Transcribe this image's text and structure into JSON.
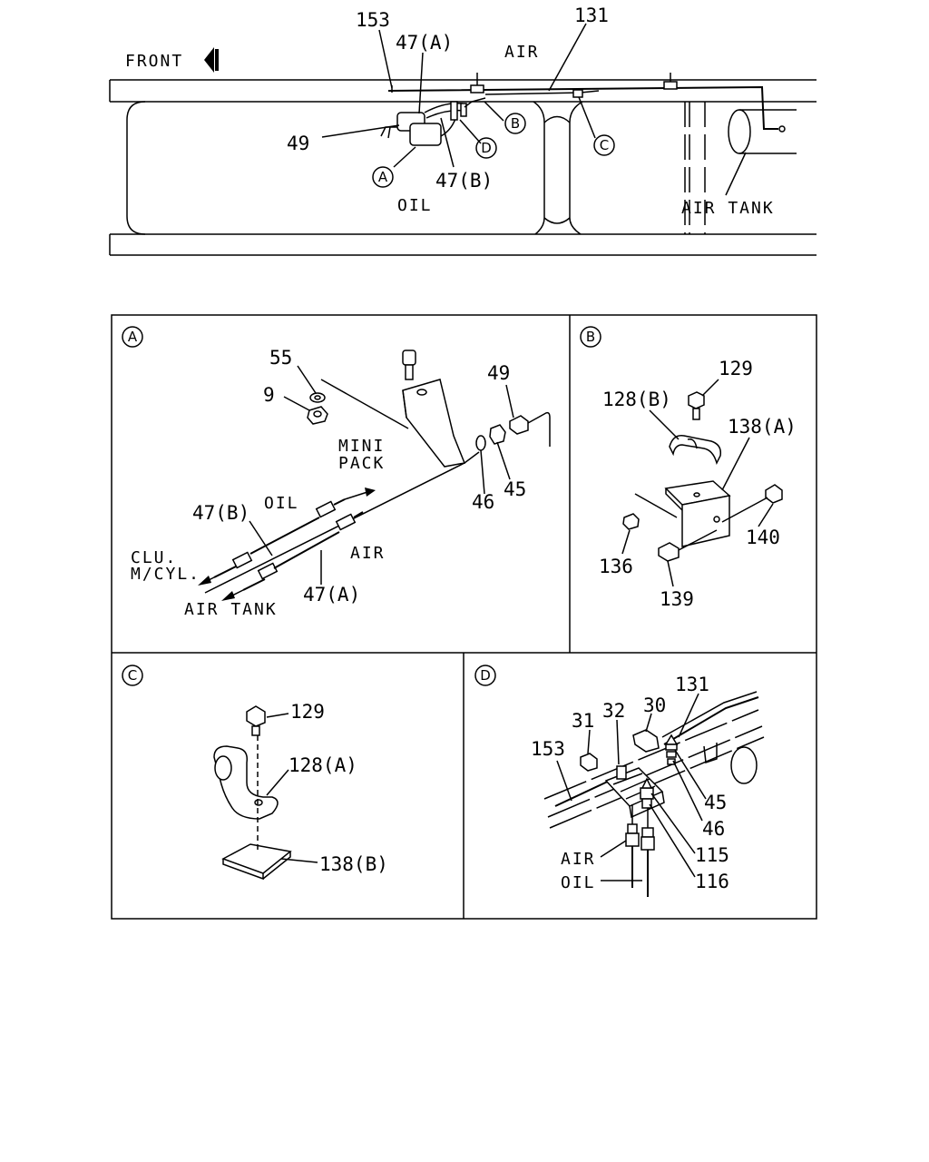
{
  "overview": {
    "front_label": "FRONT",
    "labels": {
      "p153": "153",
      "p47a": "47(A)",
      "air": "AIR",
      "p131": "131",
      "p49": "49",
      "p47b": "47(B)",
      "oil": "OIL",
      "air_tank": "AIR TANK"
    },
    "callouts": {
      "a": "A",
      "b": "B",
      "c": "C",
      "d": "D"
    }
  },
  "panel_a": {
    "tag": "A",
    "labels": {
      "p55": "55",
      "p9": "9",
      "p49": "49",
      "p45": "45",
      "p46": "46",
      "mini": "MINI",
      "pack": "PACK",
      "p47b": "47(B)",
      "oil": "OIL",
      "clu": "CLU.",
      "mcyl": "M/CYL.",
      "air": "AIR",
      "p47a": "47(A)",
      "air_tank": "AIR TANK"
    }
  },
  "panel_b": {
    "tag": "B",
    "labels": {
      "p129": "129",
      "p128b": "128(B)",
      "p138a": "138(A)",
      "p140": "140",
      "p136": "136",
      "p139": "139"
    }
  },
  "panel_c": {
    "tag": "C",
    "labels": {
      "p129": "129",
      "p128a": "128(A)",
      "p138b": "138(B)"
    }
  },
  "panel_d": {
    "tag": "D",
    "labels": {
      "p131": "131",
      "p32": "32",
      "p30": "30",
      "p31": "31",
      "p153": "153",
      "p45": "45",
      "p46": "46",
      "p115": "115",
      "p116": "116",
      "air": "AIR",
      "oil": "OIL"
    }
  }
}
